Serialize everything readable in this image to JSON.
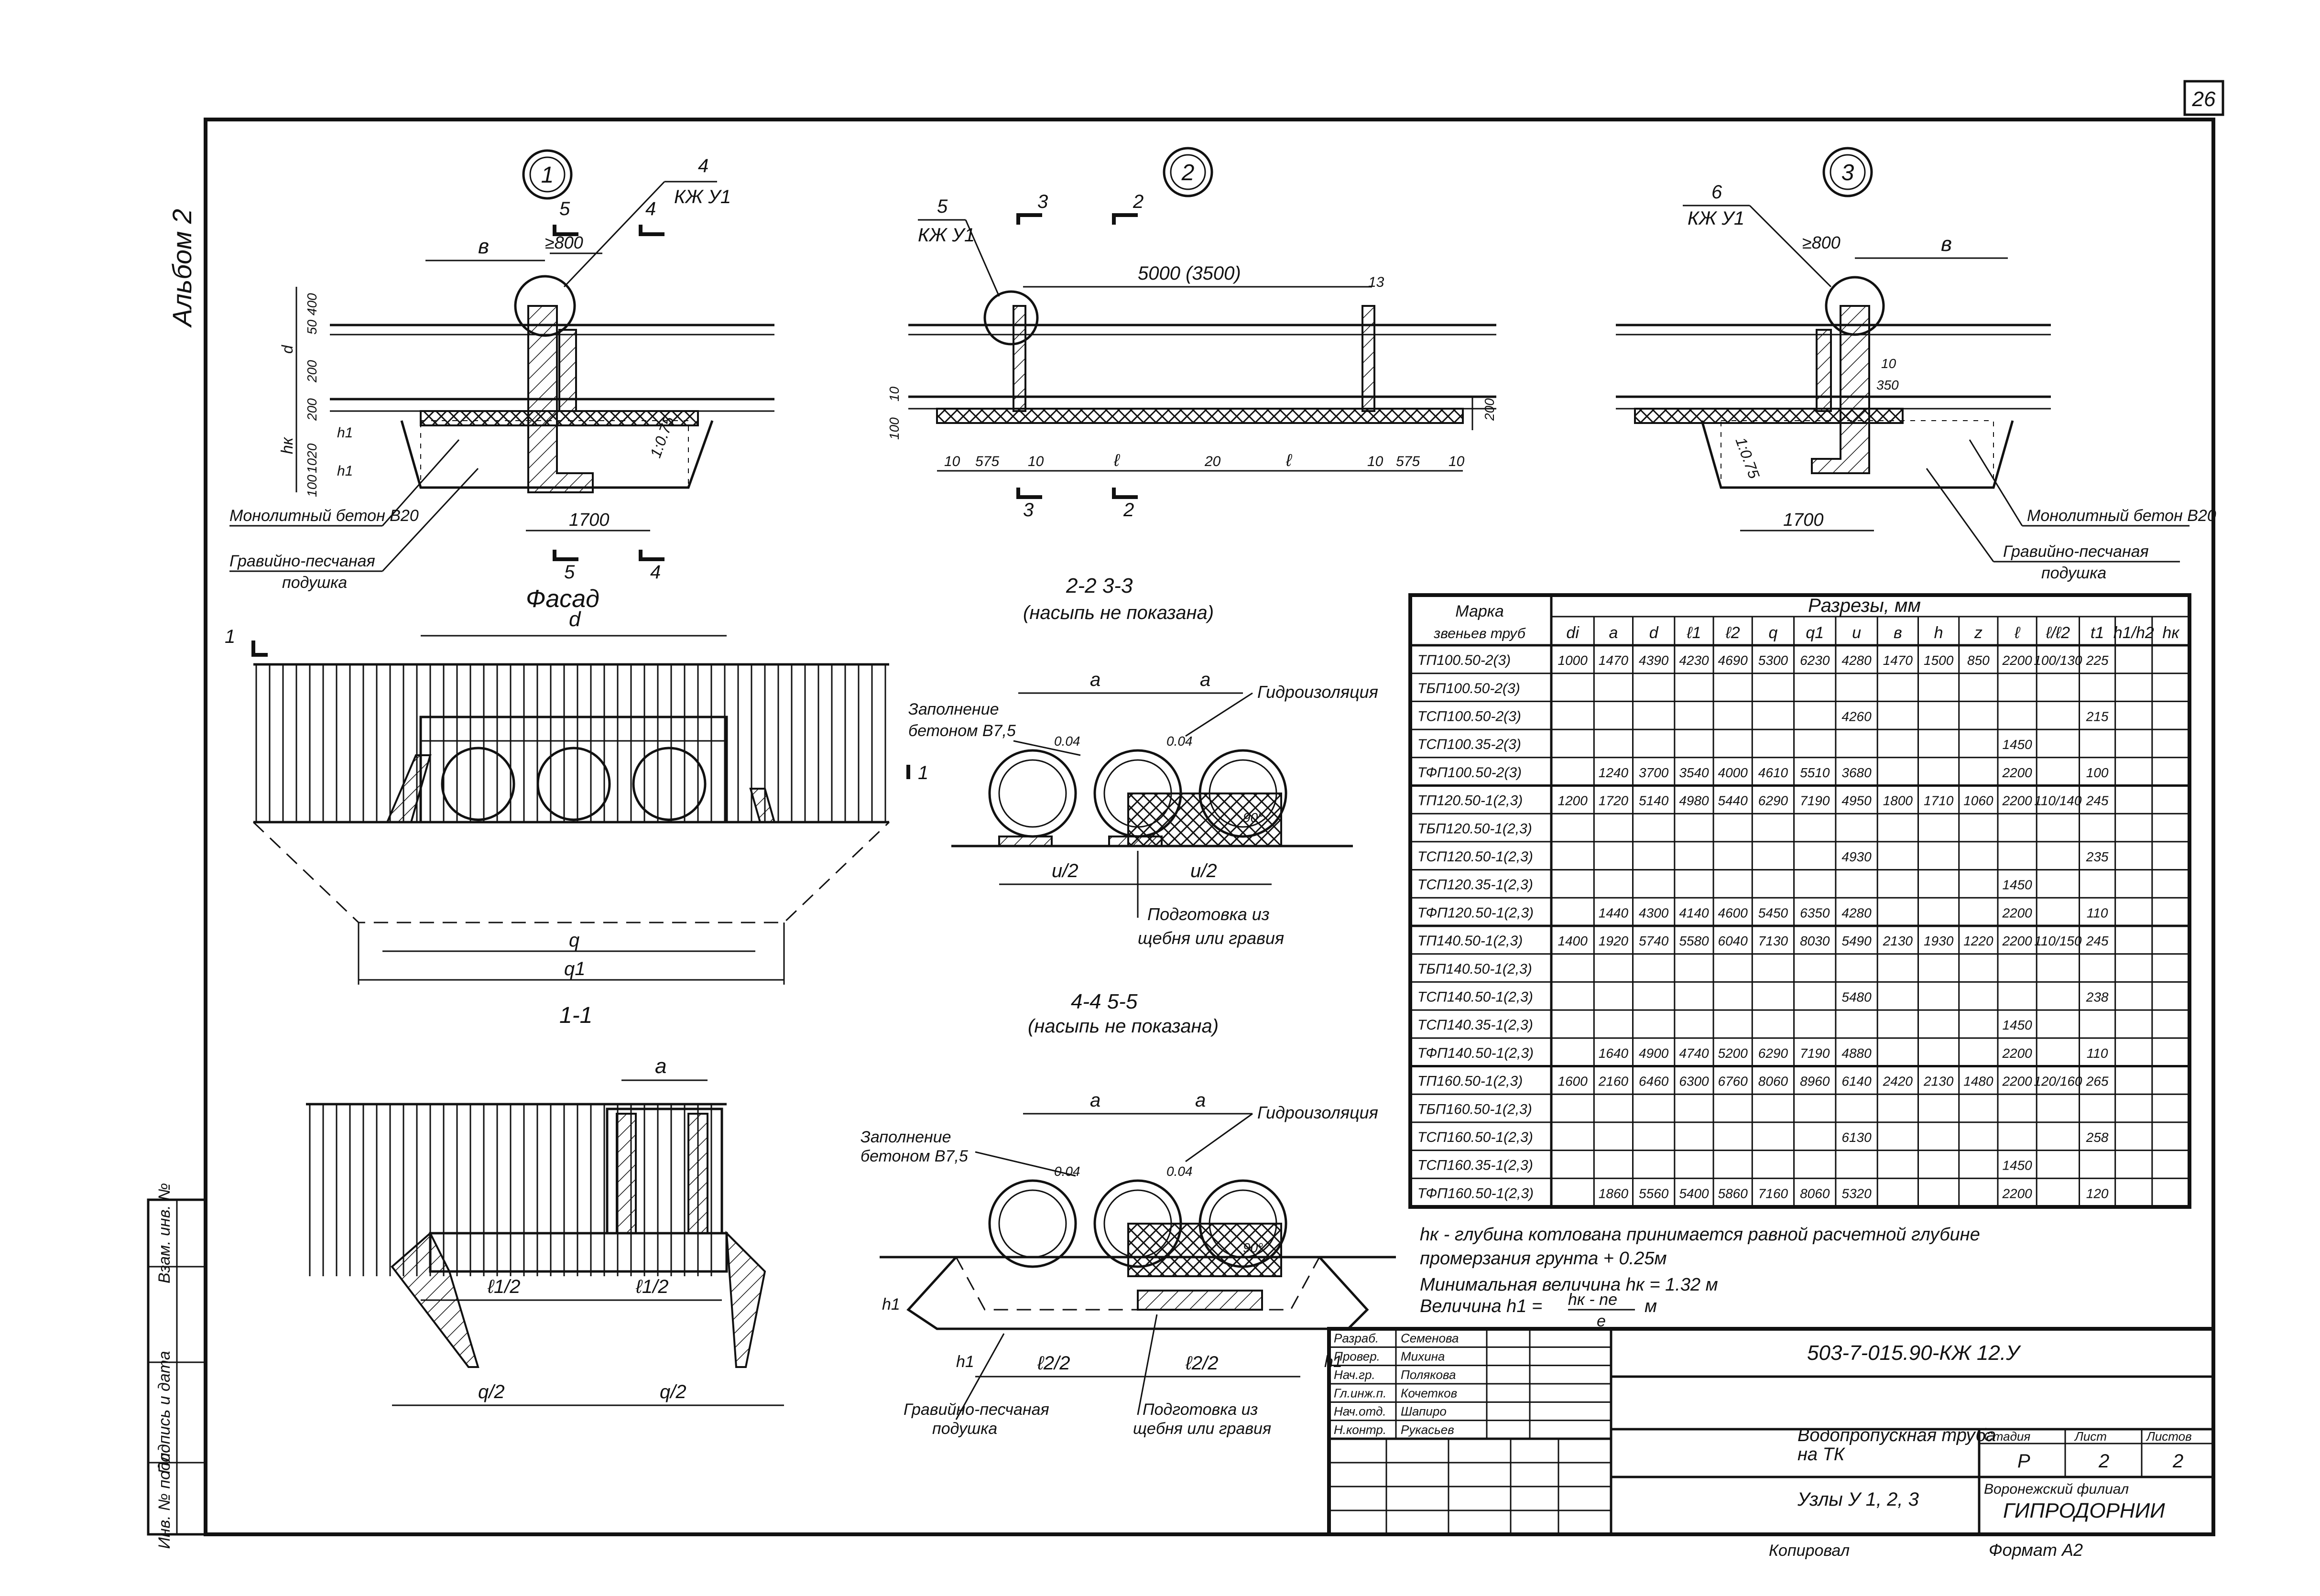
{
  "page_number": "26",
  "album_label": "Альбом 2",
  "node_markers": [
    "1",
    "2",
    "3"
  ],
  "node1": {
    "callout_num": "4",
    "callout_ref": "КЖ У1",
    "dim_top": "≥800",
    "dim_b": "в",
    "dim_base": "1700",
    "dims_vertical": [
      "400",
      "50",
      "200",
      "d",
      "1020",
      "200",
      "100",
      "hк",
      "h1",
      "h1"
    ],
    "slope": "1:0.75",
    "section_cuts": [
      "5",
      "4",
      "5",
      "4"
    ],
    "label_concrete": "Монолитный бетон В20",
    "label_gravel_1": "Гравийно-песчаная",
    "label_gravel_2": "подушка"
  },
  "node2": {
    "callout_num": "5",
    "callout_ref": "КЖ У1",
    "length_label": "5000 (3500)",
    "num_13": "13",
    "dims_bottom": [
      "10",
      "575",
      "10",
      "ℓ",
      "20",
      "ℓ",
      "10",
      "575",
      "10"
    ],
    "dim_200": "200",
    "dims_left": [
      "10",
      "100"
    ],
    "section_cuts": [
      "3",
      "2",
      "3",
      "2"
    ]
  },
  "node3": {
    "callout_num": "6",
    "callout_ref": "КЖ У1",
    "dim_top": "≥800",
    "dim_b": "в",
    "dims_inner": [
      "10",
      "350"
    ],
    "dim_base": "1700",
    "slope": "1:0.75",
    "label_concrete": "Монолитный бетон В20",
    "label_gravel_1": "Гравийно-песчаная",
    "label_gravel_2": "подушка"
  },
  "facade": {
    "title": "Фасад",
    "dim_d": "d",
    "dim_q": "q",
    "dim_q1": "q1",
    "section_label": "1-1",
    "cut_marks": [
      "1",
      "1"
    ]
  },
  "section_1_1": {
    "dim_a": "a",
    "dims_l": [
      "ℓ1/2",
      "ℓ1/2"
    ],
    "dims_q": [
      "q/2",
      "q/2"
    ]
  },
  "section_22_33": {
    "title": "2-2          3-3",
    "subtitle": "(насыпь не показана)",
    "dims_a": [
      "a",
      "a"
    ],
    "label_fill_1": "Заполнение",
    "label_fill_2": "бетоном В7,5",
    "label_waterproof": "Гидроизоляция",
    "dims_u": [
      "u/2",
      "u/2"
    ],
    "angle": "90°",
    "label_prep_1": "Подготовка из",
    "label_prep_2": "щебня или гравия",
    "small_dims": [
      "0.04",
      "0.04"
    ]
  },
  "section_44_55": {
    "title": "4-4          5-5",
    "subtitle": "(насыпь не показана)",
    "dims_a": [
      "a",
      "a"
    ],
    "label_fill_1": "Заполнение",
    "label_fill_2": "бетоном В7,5",
    "label_waterproof": "Гидроизоляция",
    "dims_l2": [
      "ℓ2/2",
      "ℓ2/2"
    ],
    "dims_h1": [
      "h1",
      "h1",
      "h1"
    ],
    "angle": "90°",
    "label_gravel_1": "Гравийно-песчаная",
    "label_gravel_2": "подушка",
    "label_prep_1": "Подготовка из",
    "label_prep_2": "щебня или гравия",
    "small_dims": [
      "0.04",
      "0.04"
    ]
  },
  "table": {
    "group_header": "Разрезы, мм",
    "mark_header_1": "Марка",
    "mark_header_2": "звеньев труб",
    "columns": [
      "di",
      "a",
      "d",
      "ℓ1",
      "ℓ2",
      "q",
      "q1",
      "u",
      "в",
      "h",
      "z",
      "ℓ",
      "ℓ/ℓ2",
      "t1",
      "h1/h2",
      "hк"
    ],
    "rows": [
      [
        "ТП100.50-2(3)",
        "1000",
        "1470",
        "4390",
        "4230",
        "4690",
        "5300",
        "6230",
        "4280",
        "1470",
        "1500",
        "850",
        "2200",
        "100/130",
        "225",
        "",
        ""
      ],
      [
        "ТБП100.50-2(3)",
        "",
        "",
        "",
        "",
        "",
        "",
        "",
        "",
        "",
        "",
        "",
        "",
        "",
        "",
        "",
        ""
      ],
      [
        "ТСП100.50-2(3)",
        "",
        "",
        "",
        "",
        "",
        "",
        "",
        "4260",
        "",
        "",
        "",
        "",
        "",
        "215",
        "",
        ""
      ],
      [
        "ТСП100.35-2(3)",
        "",
        "",
        "",
        "",
        "",
        "",
        "",
        "",
        "",
        "",
        "",
        "1450",
        "",
        "",
        "",
        ""
      ],
      [
        "ТФП100.50-2(3)",
        "",
        "1240",
        "3700",
        "3540",
        "4000",
        "4610",
        "5510",
        "3680",
        "",
        "",
        "",
        "2200",
        "",
        "100",
        "",
        ""
      ],
      [
        "ТП120.50-1(2,3)",
        "1200",
        "1720",
        "5140",
        "4980",
        "5440",
        "6290",
        "7190",
        "4950",
        "1800",
        "1710",
        "1060",
        "2200",
        "110/140",
        "245",
        "",
        ""
      ],
      [
        "ТБП120.50-1(2,3)",
        "",
        "",
        "",
        "",
        "",
        "",
        "",
        "",
        "",
        "",
        "",
        "",
        "",
        "",
        "",
        ""
      ],
      [
        "ТСП120.50-1(2,3)",
        "",
        "",
        "",
        "",
        "",
        "",
        "",
        "4930",
        "",
        "",
        "",
        "",
        "",
        "235",
        "",
        ""
      ],
      [
        "ТСП120.35-1(2,3)",
        "",
        "",
        "",
        "",
        "",
        "",
        "",
        "",
        "",
        "",
        "",
        "1450",
        "",
        "",
        "",
        ""
      ],
      [
        "ТФП120.50-1(2,3)",
        "",
        "1440",
        "4300",
        "4140",
        "4600",
        "5450",
        "6350",
        "4280",
        "",
        "",
        "",
        "2200",
        "",
        "110",
        "",
        ""
      ],
      [
        "ТП140.50-1(2,3)",
        "1400",
        "1920",
        "5740",
        "5580",
        "6040",
        "7130",
        "8030",
        "5490",
        "2130",
        "1930",
        "1220",
        "2200",
        "110/150",
        "245",
        "",
        ""
      ],
      [
        "ТБП140.50-1(2,3)",
        "",
        "",
        "",
        "",
        "",
        "",
        "",
        "",
        "",
        "",
        "",
        "",
        "",
        "",
        "",
        ""
      ],
      [
        "ТСП140.50-1(2,3)",
        "",
        "",
        "",
        "",
        "",
        "",
        "",
        "5480",
        "",
        "",
        "",
        "",
        "",
        "238",
        "",
        ""
      ],
      [
        "ТСП140.35-1(2,3)",
        "",
        "",
        "",
        "",
        "",
        "",
        "",
        "",
        "",
        "",
        "",
        "1450",
        "",
        "",
        "",
        ""
      ],
      [
        "ТФП140.50-1(2,3)",
        "",
        "1640",
        "4900",
        "4740",
        "5200",
        "6290",
        "7190",
        "4880",
        "",
        "",
        "",
        "2200",
        "",
        "110",
        "",
        ""
      ],
      [
        "ТП160.50-1(2,3)",
        "1600",
        "2160",
        "6460",
        "6300",
        "6760",
        "8060",
        "8960",
        "6140",
        "2420",
        "2130",
        "1480",
        "2200",
        "120/160",
        "265",
        "",
        ""
      ],
      [
        "ТБП160.50-1(2,3)",
        "",
        "",
        "",
        "",
        "",
        "",
        "",
        "",
        "",
        "",
        "",
        "",
        "",
        "",
        "",
        ""
      ],
      [
        "ТСП160.50-1(2,3)",
        "",
        "",
        "",
        "",
        "",
        "",
        "",
        "6130",
        "",
        "",
        "",
        "",
        "",
        "258",
        "",
        ""
      ],
      [
        "ТСП160.35-1(2,3)",
        "",
        "",
        "",
        "",
        "",
        "",
        "",
        "",
        "",
        "",
        "",
        "1450",
        "",
        "",
        "",
        ""
      ],
      [
        "ТФП160.50-1(2,3)",
        "",
        "1860",
        "5560",
        "5400",
        "5860",
        "7160",
        "8060",
        "5320",
        "",
        "",
        "",
        "2200",
        "",
        "120",
        "",
        ""
      ]
    ]
  },
  "notes": {
    "line1": "hк - глубина котлована принимается равной расчетной глубине",
    "line2": "промерзания грунта + 0.25м",
    "line3": "Минимальная величина hк = 1.32 м",
    "line4_prefix": "Величина h1 =",
    "line4_num": "hк - nе",
    "line4_den": "е",
    "line4_unit": "м"
  },
  "stamp": {
    "doc_code": "503-7-015.90-КЖ 12.У",
    "signers": [
      {
        "role": "Разраб.",
        "name": "Семенова"
      },
      {
        "role": "Провер.",
        "name": "Михина"
      },
      {
        "role": "Нач.гр.",
        "name": "Полякова"
      },
      {
        "role": "Гл.инж.п.",
        "name": "Кочетков"
      },
      {
        "role": "Нач.отд.",
        "name": "Шапиро"
      },
      {
        "role": "Н.контр.",
        "name": "Рукасьев"
      }
    ],
    "title_line1": "Водопропускная труба",
    "title_line2": "на ТК",
    "sheet_title": "Узлы У 1, 2, 3",
    "stage_label": "Стадия",
    "sheet_label": "Лист",
    "sheets_label": "Листов",
    "stage_value": "Р",
    "sheet_value": "2",
    "sheets_value": "2",
    "org_line1": "Воронежский филиал",
    "org_line2": "ГИПРОДОРНИИ",
    "copied_by": "Копировал",
    "format": "Формат А2"
  },
  "side_stamp": [
    "Инв. № подл.",
    "Подпись и дата",
    "Взам. инв. №"
  ]
}
